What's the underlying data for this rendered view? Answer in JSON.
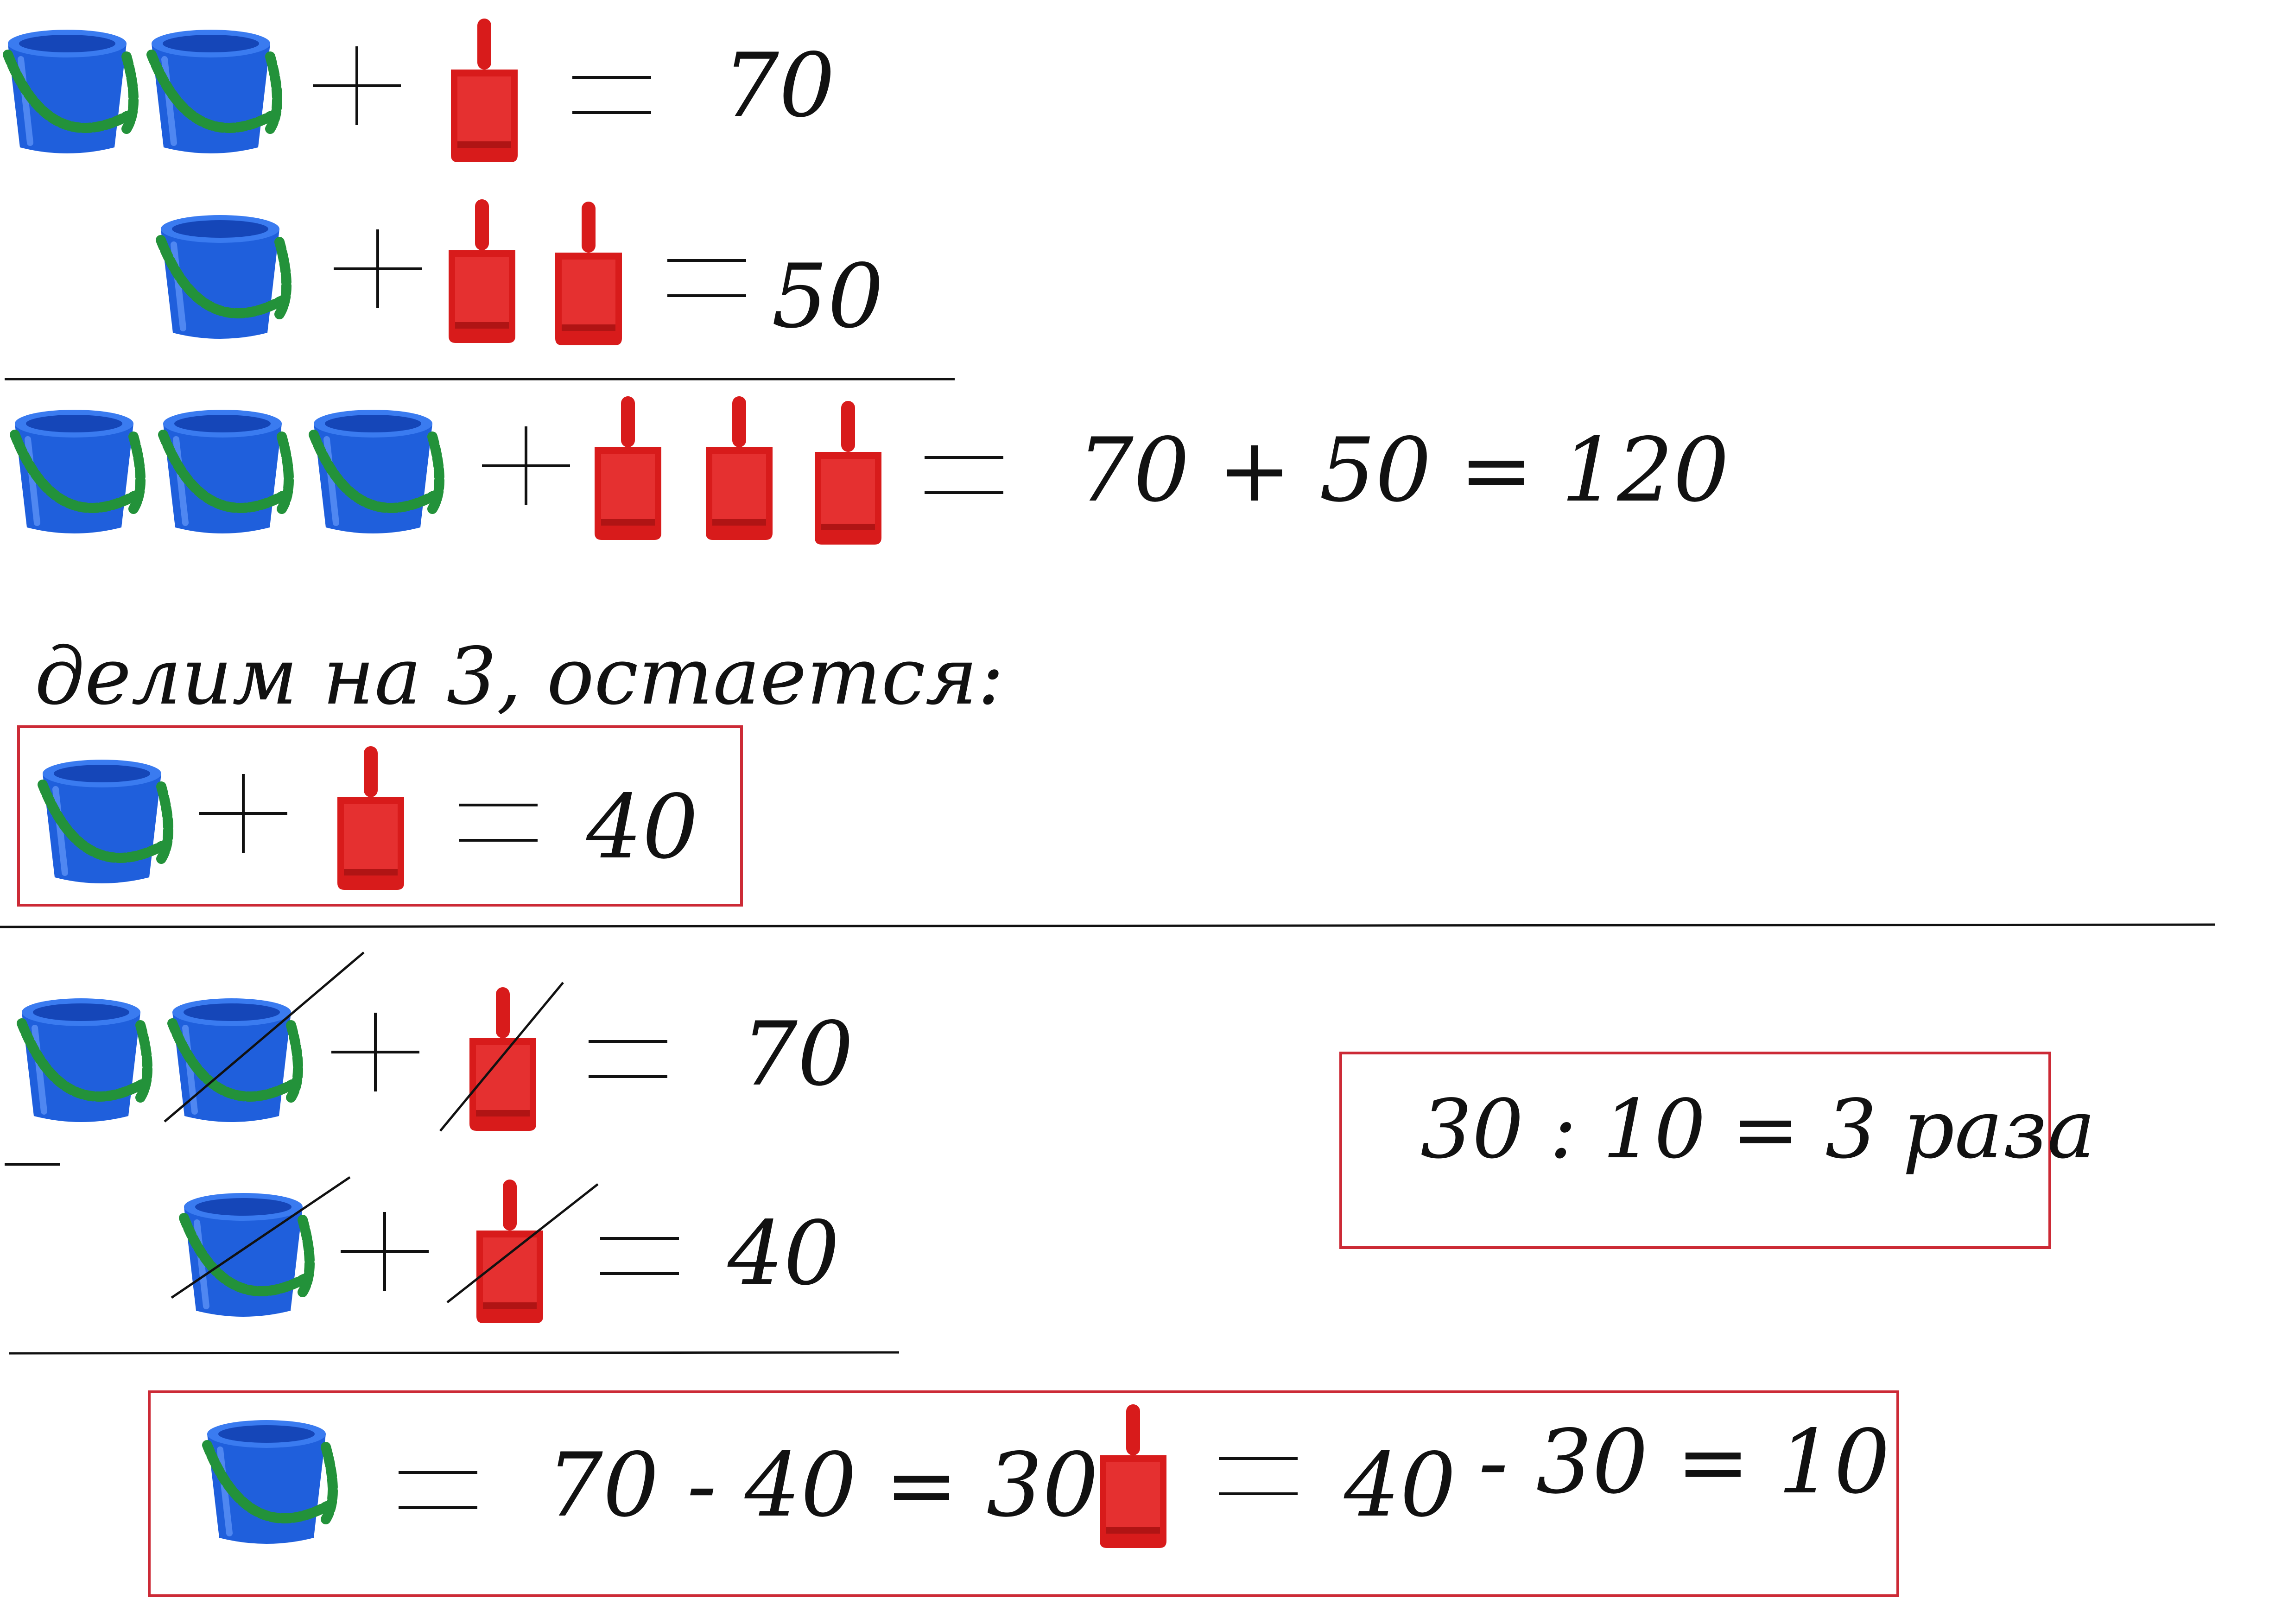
{
  "colors": {
    "bucket": "#1f5fdc",
    "handle": "#23923a",
    "shovel": "#d81b1b",
    "frame": "#cc2a36",
    "ink": "#111111"
  },
  "icons": {
    "bucket": "bucket-icon",
    "shovel": "shovel-icon"
  },
  "equations": {
    "eq1": {
      "rhs": "70"
    },
    "eq2": {
      "rhs": "50"
    },
    "sum": {
      "rhs": "70 + 50 = 120"
    },
    "caption": "делим на 3, остается:",
    "single": {
      "rhs": "40"
    },
    "sub1": {
      "rhs": "70"
    },
    "sub2": {
      "rhs": "40"
    },
    "ratio": "30 : 10 = 3 раза",
    "answer": {
      "bucket_rhs": "70  - 40 = 30",
      "shovel_value": "40",
      "shovel_rest": "- 30 = 10"
    }
  }
}
